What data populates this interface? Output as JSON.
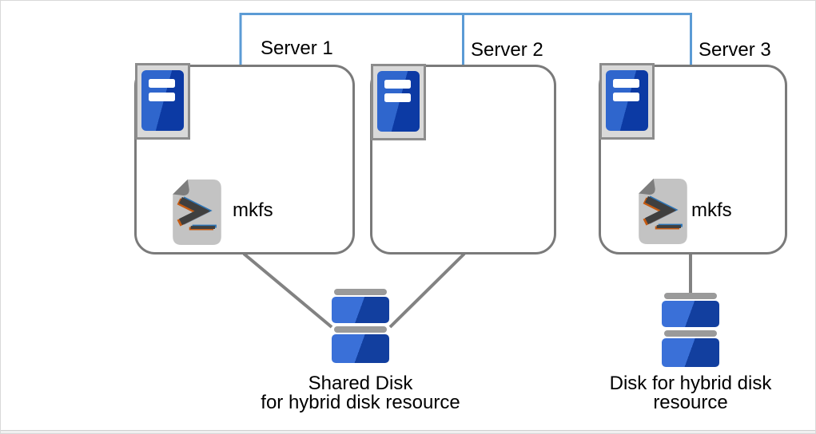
{
  "diagram": {
    "servers": [
      {
        "label": "Server 1",
        "mkfs_label": "mkfs",
        "has_script_icon": true
      },
      {
        "label": "Server 2",
        "has_script_icon": false
      },
      {
        "label": "Server 3",
        "mkfs_label": "mkfs",
        "has_script_icon": true
      }
    ],
    "disks": [
      {
        "label_line1": "Shared Disk",
        "label_line2": "for hybrid disk resource"
      },
      {
        "label_line1": "Disk for hybrid disk",
        "label_line2": "resource"
      }
    ],
    "connections": [
      {
        "type": "interconnect",
        "between": [
          "Server 1",
          "Server 2",
          "Server 3"
        ]
      },
      {
        "type": "disk-link",
        "from": "Server 1",
        "to": "Shared Disk"
      },
      {
        "type": "disk-link",
        "from": "Server 2",
        "to": "Shared Disk"
      },
      {
        "type": "disk-link",
        "from": "Server 3",
        "to": "Disk for hybrid disk resource"
      }
    ],
    "icons": {
      "server": "server-tower-icon",
      "script": "shell-script-icon",
      "disk": "disk-stack-icon"
    },
    "colors": {
      "connector_blue": "#5b9bd5",
      "box_border_gray": "#7a7a7a",
      "line_gray": "#828282",
      "server_blue_light": "#2f66cd",
      "server_blue_dark": "#0c3aa4",
      "icon_tray_fill": "#d9d9d9",
      "icon_tray_border": "#8c8c8c",
      "doc_body_gray": "#c3c3c3",
      "doc_fold_gray": "#7d7d7d",
      "prompt_dark": "#3f3f3f",
      "prompt_orange": "#c55a11",
      "prompt_blue": "#2e75b6",
      "disk_cap_gray": "#9a9a9a",
      "disk_blue_light": "#3a70d8",
      "disk_blue_dark": "#123f9f",
      "text": "#000000"
    }
  }
}
